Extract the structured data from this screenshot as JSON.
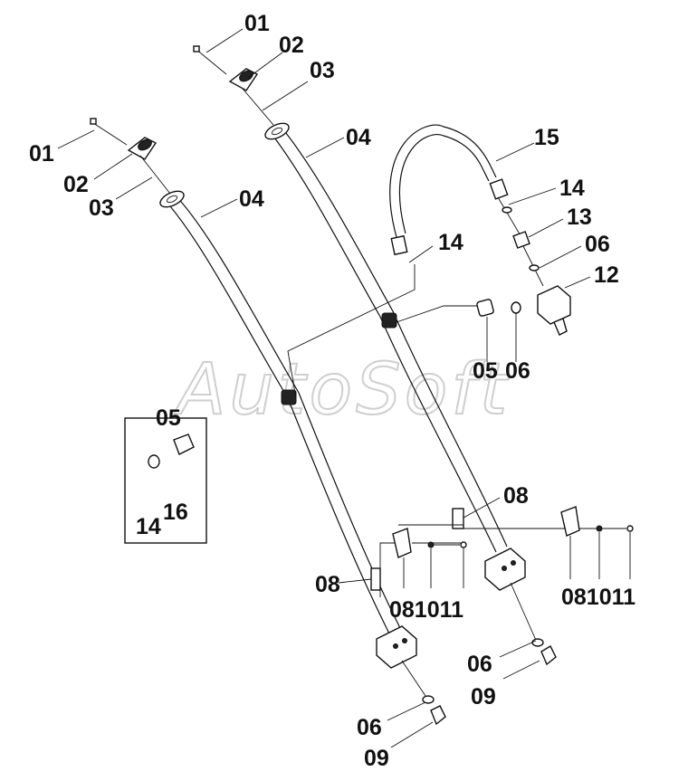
{
  "watermark": "AutoSoft",
  "labels": {
    "l_01_top": "01",
    "l_02_top": "02",
    "l_03_top": "03",
    "l_04_mid": "04",
    "l_01_left": "01",
    "l_02_left": "02",
    "l_03_left": "03",
    "l_04_left": "04",
    "l_15": "15",
    "l_14_right": "14",
    "l_13": "13",
    "l_06_right": "06",
    "l_12": "12",
    "l_14_mid": "14",
    "l_05_mid": "05",
    "l_06_mid": "06",
    "l_05_inset": "05",
    "l_14_inset": "14",
    "l_16_inset": "16",
    "l_08_right": "08",
    "l_08_left": "08",
    "l_081011_left": "081011",
    "l_081011_right": "081011",
    "l_06_low_right": "06",
    "l_09_low_right": "09",
    "l_06_bottom": "06",
    "l_09_bottom": "09"
  }
}
